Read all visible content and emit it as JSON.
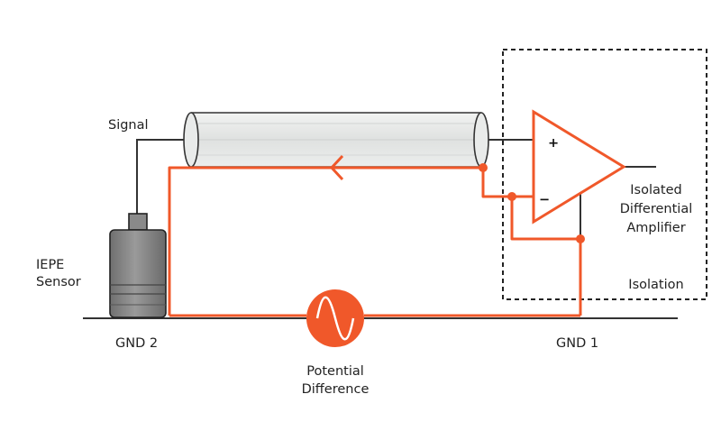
{
  "labels": {
    "signal": "Signal",
    "iepe_sensor_line1": "IEPE",
    "iepe_sensor_line2": "Sensor",
    "gnd2": "GND 2",
    "gnd1": "GND 1",
    "potential_line1": "Potential",
    "potential_line2": "Difference",
    "amplifier_line1": "Isolated",
    "amplifier_line2": "Differential",
    "amplifier_line3": "Amplifier",
    "isolation": "Isolation",
    "plus": "+",
    "minus": "−"
  },
  "colors": {
    "ground_loop": "#f0582a",
    "wire": "#333333",
    "cable_fill": "#e4e6e5",
    "sensor_body": "#8c8c8c",
    "background": "#ffffff"
  }
}
